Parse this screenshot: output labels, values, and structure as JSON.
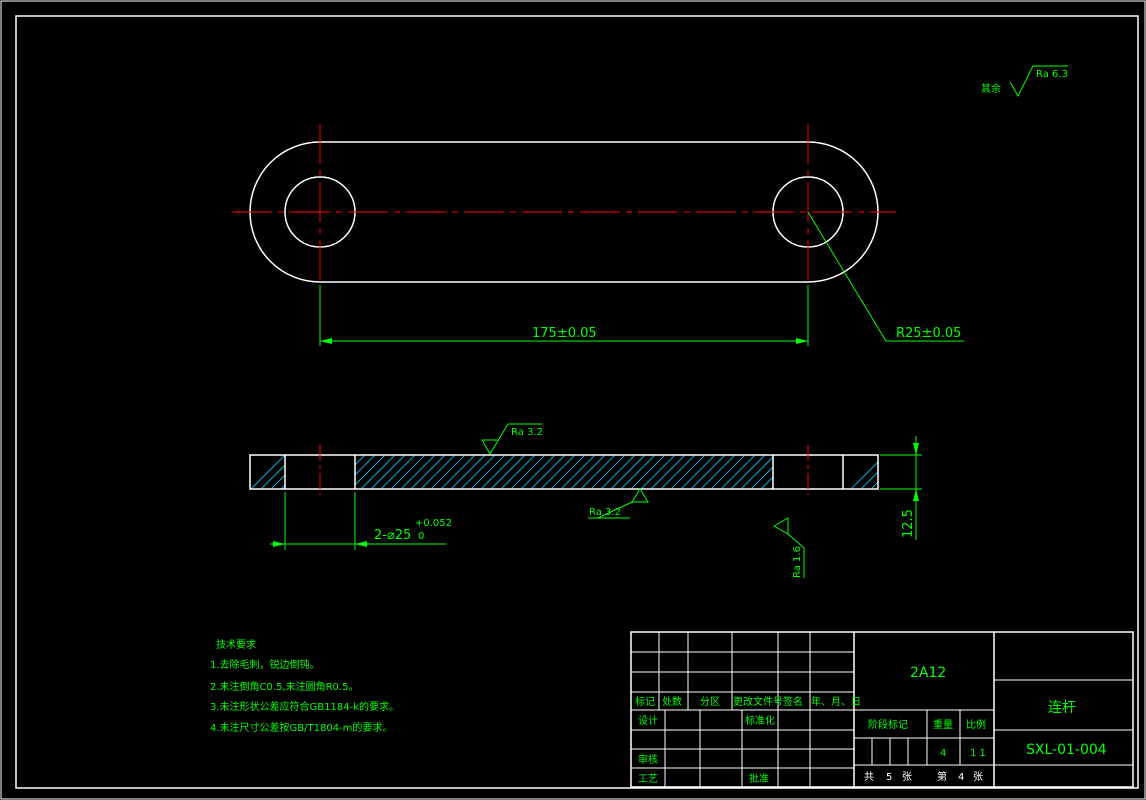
{
  "colors": {
    "background": "#000000",
    "outline": "#ffffff",
    "centerline": "#ff0000",
    "dimension": "#00ff00",
    "hatch": "#00c8ff"
  },
  "surface_finish": {
    "other_prefix": "其余",
    "other_value": "Ra 6.3",
    "top_face": "Ra 3.2",
    "bottom_face": "Ra 3.2",
    "hole_face": "Ra 1.6"
  },
  "dimensions": {
    "center_distance": "175±0.05",
    "end_radius": "R25±0.05",
    "hole_diameter": "2-⌀25",
    "hole_tol_upper": "+0.052",
    "hole_tol_lower": "0",
    "thickness": "12.5"
  },
  "notes": {
    "title": "技术要求",
    "items": [
      "1.去除毛刺，锐边倒钝。",
      "2.未注倒角C0.5,未注圆角R0.5。",
      "3.未注形状公差应符合GB1184-k的要求。",
      "4.未注尺寸公差按GB/T1804-m的要求。"
    ]
  },
  "title_block": {
    "material": "2A12",
    "part_name": "连杆",
    "drawing_number": "SXL-01-004",
    "rev_headers": [
      "标记",
      "处数",
      "分区",
      "更改文件号",
      "签名",
      "年、月、日"
    ],
    "design": "设计",
    "standardization": "标准化",
    "review": "审核",
    "process": "工艺",
    "approve": "批准",
    "stage_mark": "阶段标记",
    "weight": "重量",
    "scale": "比例",
    "weight_value": "4",
    "scale_value": "1 1",
    "total_prefix": "共",
    "total_count": "5",
    "sheet_unit": "张",
    "page_prefix": "第",
    "page_count": "4",
    "page_unit": "张"
  }
}
